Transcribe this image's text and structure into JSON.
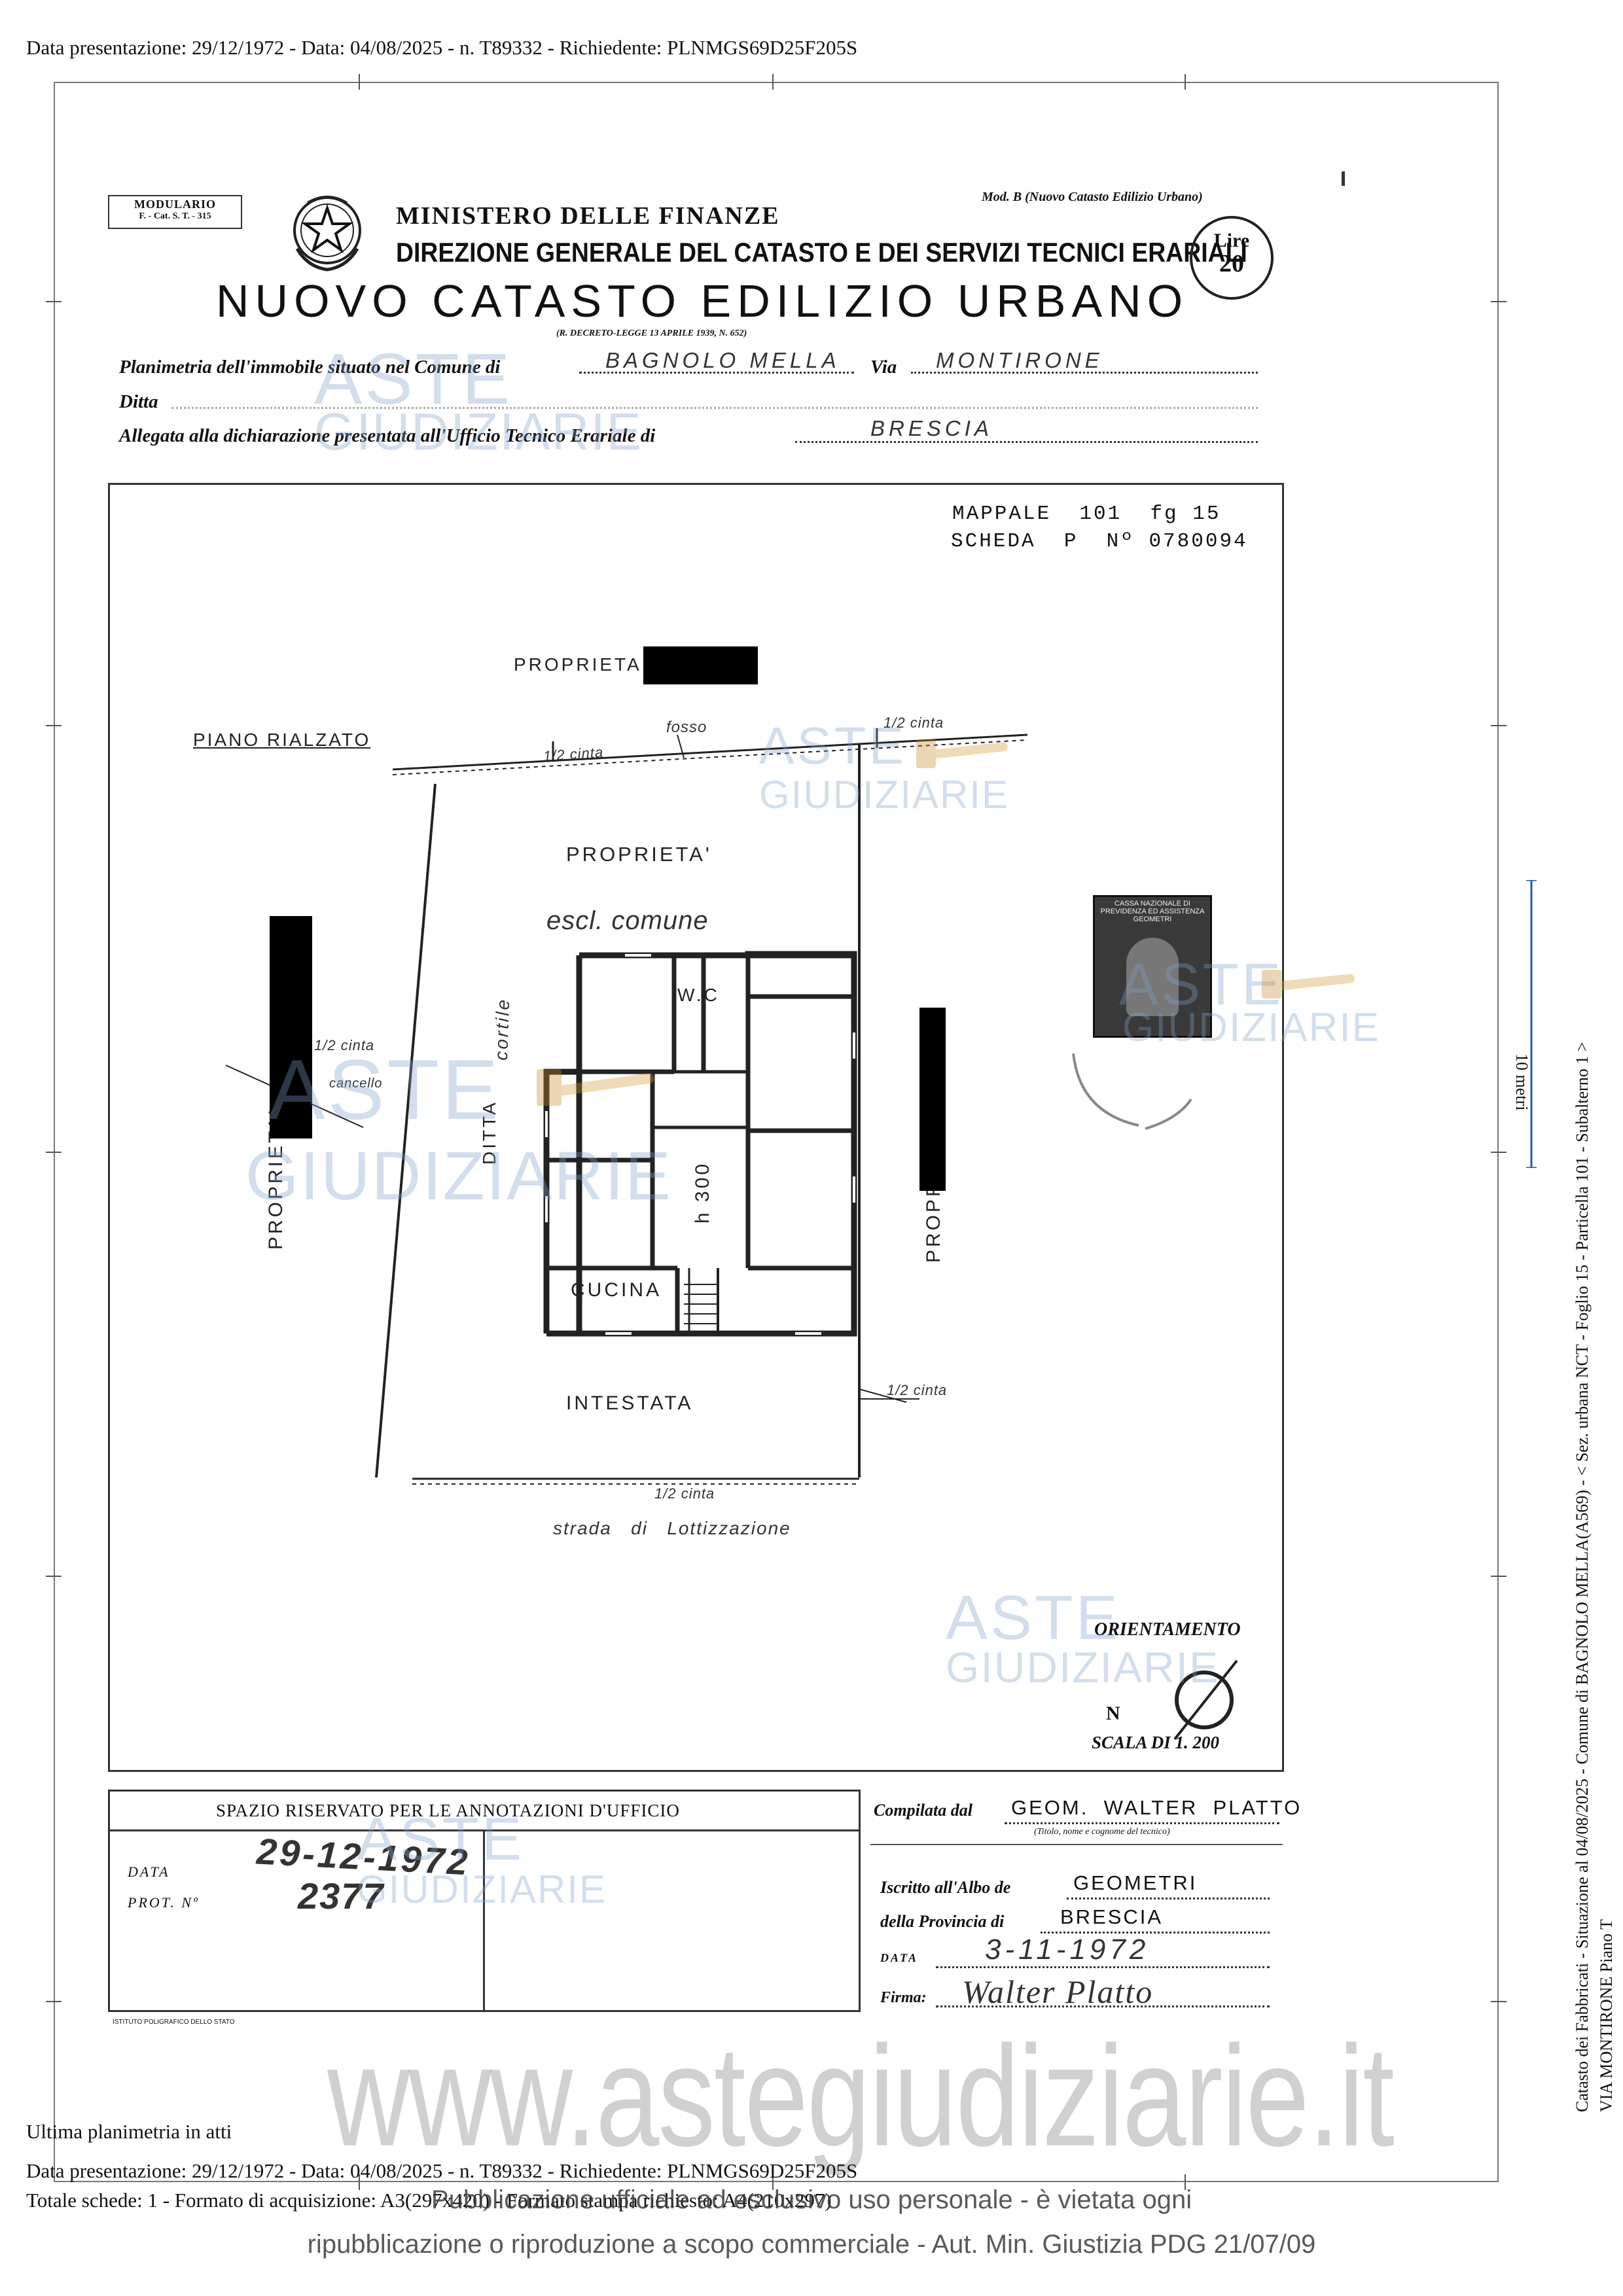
{
  "header": {
    "top_line": "Data presentazione: 29/12/1972 - Data: 04/08/2025 - n. T89332 - Richiedente: PLNMGS69D25F205S"
  },
  "form": {
    "modulario_title": "MODULARIO",
    "modulario_code": "F. - Cat. S. T. - 315",
    "ministry": "MINISTERO DELLE FINANZE",
    "direction": "DIREZIONE GENERALE DEL CATASTO E DEI SERVIZI TECNICI ERARIALI",
    "model": "Mod. B (Nuovo Catasto Edilizio Urbano)",
    "stamp_lire": "Lire",
    "stamp_value": "20",
    "main_title": "NUOVO CATASTO EDILIZIO URBANO",
    "decree": "(R. DECRETO-LEGGE 13 APRILE 1939, N. 652)",
    "planimetria_label": "Planimetria dell'immobile situato nel Comune di",
    "comune_value": "BAGNOLO MELLA",
    "via_label": "Via",
    "via_value": "MONTIRONE",
    "ditta_label": "Ditta",
    "allegata_label": "Allegata alla dichiarazione presentata all'Ufficio Tecnico Erariale di",
    "ufficio_value": "BRESCIA"
  },
  "plan": {
    "mappale_line": "MAPPALE  101  fg 15",
    "scheda_line": "SCHEDA  P  Nº 0780094",
    "piano": "PIANO RIALZATO",
    "labels": {
      "proprieta_top": "PROPRIETA",
      "proprieta_inner": "PROPRIETA'",
      "esclusiva": "escl. comune",
      "cortile": "cortile",
      "wc": "W.C",
      "ditta": "DITTA",
      "h300": "h 300",
      "cucina": "CUCINA",
      "intestata": "INTESTATA",
      "proprieta_left": "PROPRIETA'",
      "propr_right": "PROPR.",
      "mezzo_cinta_1": "1/2 cinta",
      "mezzo_cinta_2": "1/2 cinta",
      "mezzo_cinta_3": "1/2 cinta",
      "mezzo_cinta_4": "1/2 cinta",
      "mezzo_cinta_5": "1/2 cinta",
      "fosso": "fosso",
      "cinta_left": "cancello",
      "strada": "strada   di   Lottizzazione"
    },
    "orientamento": "ORIENTAMENTO",
    "north": "N",
    "scala": "SCALA DI 1. 200",
    "revenue_stamp_text": "CASSA NAZIONALE DI PREVIDENZA ED ASSISTENZA GEOMETRI"
  },
  "office": {
    "title": "SPAZIO RISERVATO PER LE ANNOTAZIONI D'UFFICIO",
    "data_label": "DATA",
    "data_value": "29-12-1972",
    "prot_label": "PROT. Nº",
    "prot_value": "2377",
    "printer": "ISTITUTO POLIGRAFICO DELLO STATO"
  },
  "compiler": {
    "compilata_label": "Compilata dal",
    "compilata_value": "GEOM.  WALTER  PLATTO",
    "compilata_sub": "(Titolo, nome e cognome del tecnico)",
    "iscritto_label": "Iscritto all'Albo de",
    "iscritto_value": "GEOMETRI",
    "provincia_label": "della Provincia di",
    "provincia_value": "BRESCIA",
    "data_label": "DATA",
    "data_value": "3-11-1972",
    "firma_label": "Firma:",
    "firma_value": "Walter Platto"
  },
  "side": {
    "scale_bar": "10 metri",
    "line1": "Catasto dei Fabbricati - Situazione al 04/08/2025 - Comune di BAGNOLO MELLA(A569) - < Sez. urbana NCT - Foglio 15 - Particella 101 - Subalterno 1 >",
    "line2": "VIA MONTIRONE Piano T"
  },
  "footer": {
    "ultima": "Ultima planimetria in atti",
    "line1": "Data presentazione: 29/12/1972 - Data: 04/08/2025 - n. T89332 - Richiedente: PLNMGS69D25F205S",
    "line2": "Totale schede: 1 - Formato di acquisizione: A3(297x420) - Formato stampa richiesto: A4(210x297)"
  },
  "watermarks": {
    "aste": "ASTE",
    "giudiziarie": "GIUDIZIARIE",
    "site": "www.astegiudiziarie.it",
    "notice1": "Pubblicazione ufficiale ad esclusivo uso personale - è vietata ogni",
    "notice2": "ripubblicazione o riproduzione a scopo commerciale - Aut. Min. Giustizia PDG 21/07/09"
  }
}
